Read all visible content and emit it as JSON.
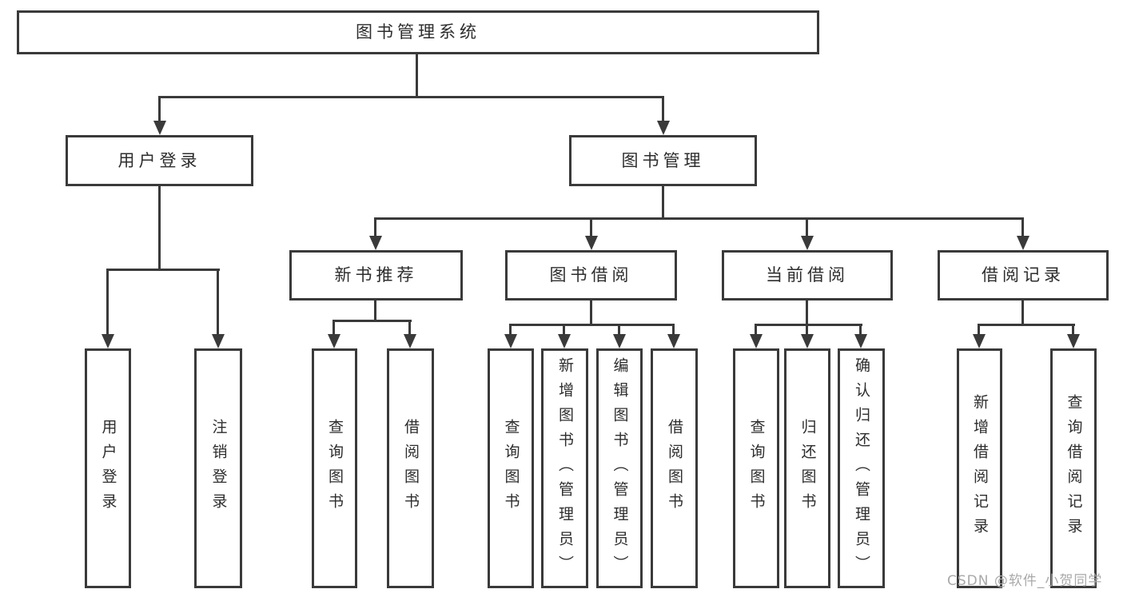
{
  "diagram": {
    "root": {
      "label": "图书管理系统"
    },
    "branches": [
      {
        "label": "用户登录",
        "children": [
          {
            "label": "用户登录"
          },
          {
            "label": "注销登录"
          }
        ]
      },
      {
        "label": "图书管理",
        "children": [
          {
            "label": "新书推荐",
            "children": [
              {
                "label": "查询图书"
              },
              {
                "label": "借阅图书"
              }
            ]
          },
          {
            "label": "图书借阅",
            "children": [
              {
                "label": "查询图书"
              },
              {
                "label": "新增图书（管理员）"
              },
              {
                "label": "编辑图书（管理员）"
              },
              {
                "label": "借阅图书"
              }
            ]
          },
          {
            "label": "当前借阅",
            "children": [
              {
                "label": "查询图书"
              },
              {
                "label": "归还图书"
              },
              {
                "label": "确认归还（管理员）"
              }
            ]
          },
          {
            "label": "借阅记录",
            "children": [
              {
                "label": "新增借阅记录"
              },
              {
                "label": "查询借阅记录"
              }
            ]
          }
        ]
      }
    ]
  },
  "watermark": {
    "text": "CSDN @软件_小贺同学"
  },
  "colors": {
    "line": "#3a3a3a",
    "text": "#2d2d2d",
    "watermark": "#a9a9a9",
    "background": "#ffffff"
  }
}
